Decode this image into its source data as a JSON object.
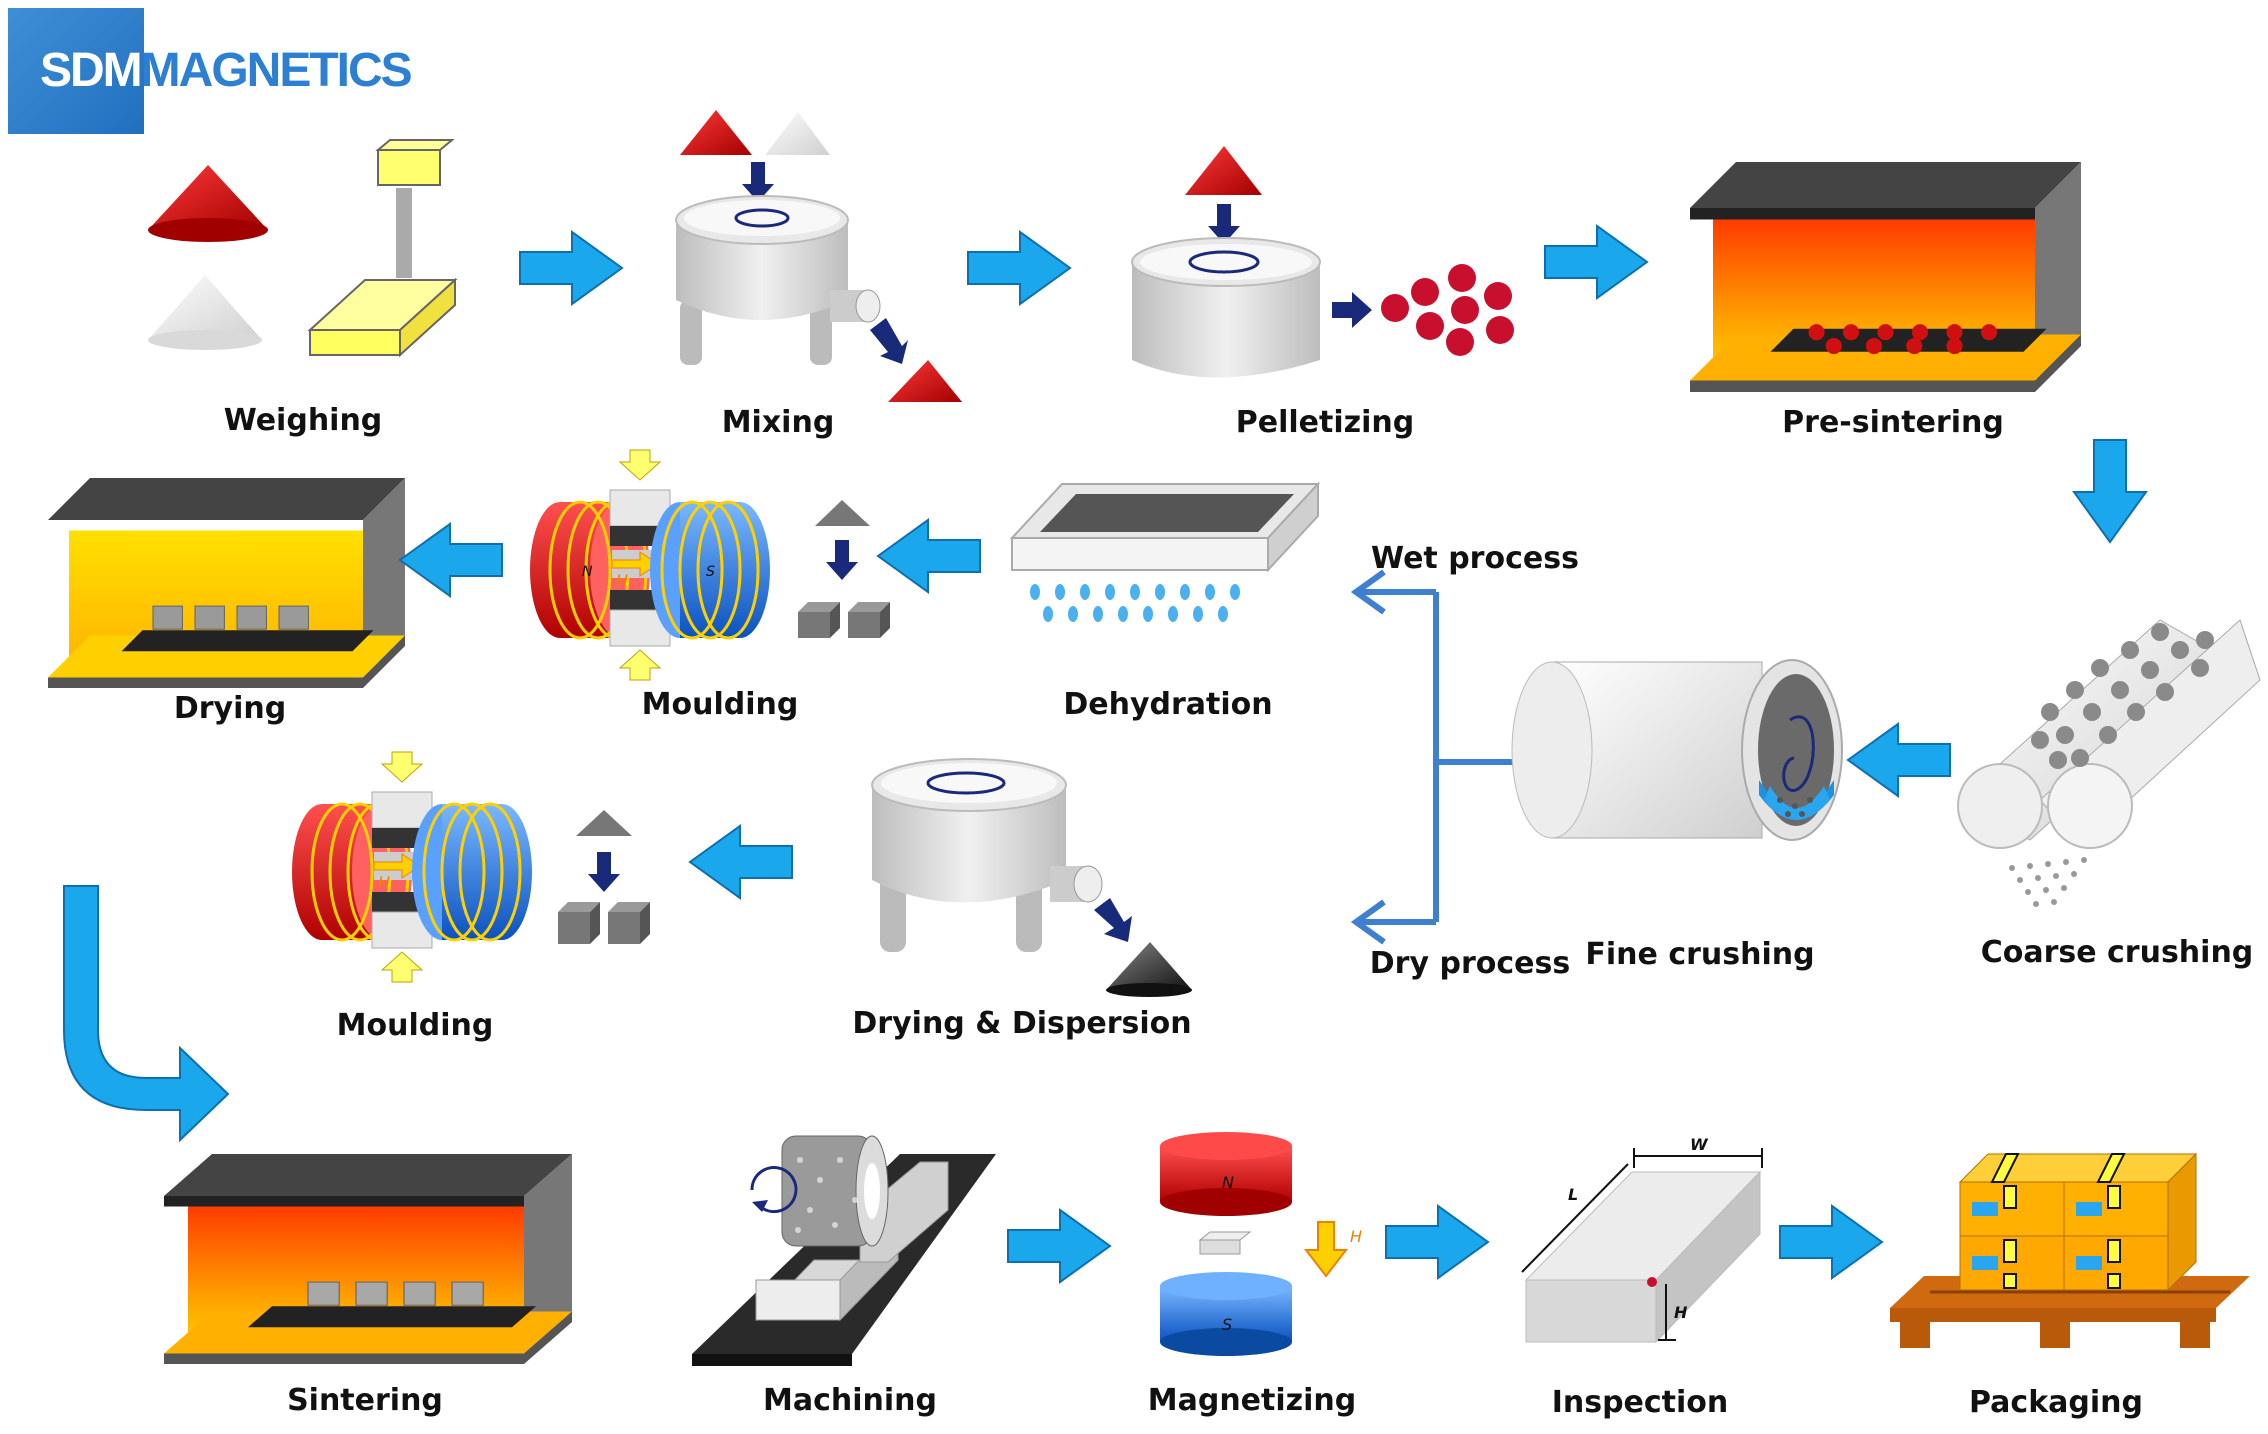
{
  "logo": {
    "part1": "SDM",
    "part2": "MAGNETICS"
  },
  "steps": {
    "weighing": "Weighing",
    "mixing": "Mixing",
    "pelletizing": "Pelletizing",
    "presintering": "Pre-sintering",
    "coarse": "Coarse crushing",
    "fine": "Fine crushing",
    "wet": "Wet process",
    "dry": "Dry process",
    "dehydration": "Dehydration",
    "moulding1": "Moulding",
    "drying": "Drying",
    "dryingdisp": "Drying & Dispersion",
    "moulding2": "Moulding",
    "sintering": "Sintering",
    "machining": "Machining",
    "magnetizing": "Magnetizing",
    "inspection": "Inspection",
    "packaging": "Packaging"
  },
  "glyphs": {
    "north": "N",
    "south": "S",
    "field": "H",
    "width": "W",
    "length": "L",
    "height": "H"
  },
  "colors": {
    "arrow": "#1aa7ec",
    "navy": "#1a2a7a",
    "red": "#d40000",
    "furnace": "#ff7a00",
    "frame": "#555555"
  }
}
